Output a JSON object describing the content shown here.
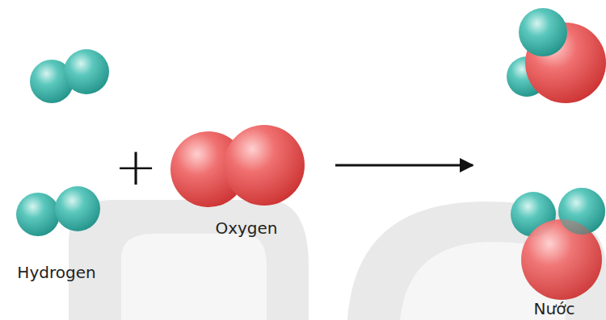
{
  "diagram": {
    "labels": [
      "+",
      "Hydrogen",
      "Oxygen",
      "Nước"
    ]
  }
}
